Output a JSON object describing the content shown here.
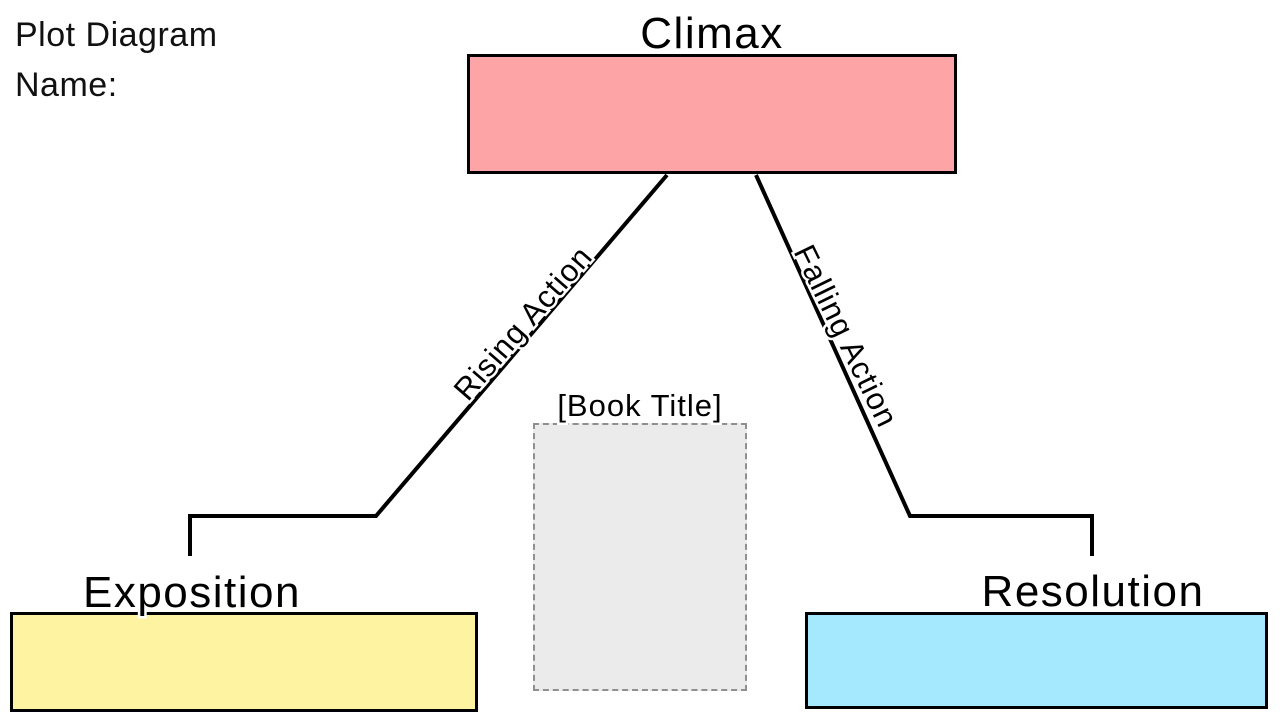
{
  "header": {
    "title": "Plot Diagram",
    "name_label": "Name:"
  },
  "nodes": {
    "climax": {
      "label": "Climax",
      "fill": "#FDA5A6"
    },
    "exposition": {
      "label": "Exposition",
      "fill": "#FEF3A1"
    },
    "resolution": {
      "label": "Resolution",
      "fill": "#A4E9FD"
    },
    "book": {
      "label": "[Book Title]",
      "fill": "#EBEBEB"
    }
  },
  "edges": {
    "rising": {
      "label": "Rising Action"
    },
    "falling": {
      "label": "Falling Action"
    }
  },
  "colors": {
    "line": "#000000",
    "box_border": "#000000",
    "dashed_border": "#8F8F8F",
    "text": "#111111",
    "halo": "#FFFFFF",
    "background": "#FFFFFF"
  }
}
